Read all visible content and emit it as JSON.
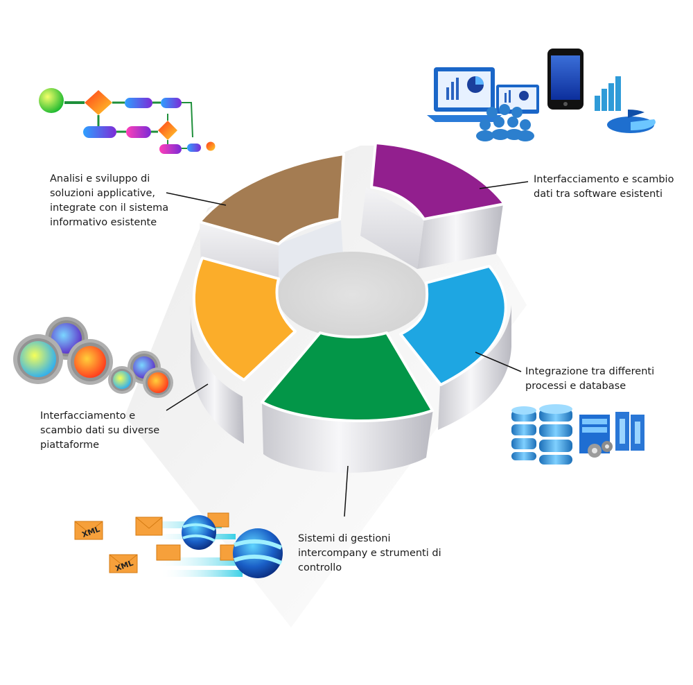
{
  "segments": [
    {
      "id": "analysis",
      "color": "#a47c52",
      "caption": [
        "Analisi e sviluppo di",
        "soluzioni applicative,",
        "integrate con il sistema",
        "informativo esistente"
      ],
      "icon": "flowchart-icon"
    },
    {
      "id": "software-exchange",
      "color": "#921f8e",
      "caption": [
        "Interfacciamento e scambio",
        "dati tra software esistenti"
      ],
      "icon": "devices-network-icon"
    },
    {
      "id": "database-integration",
      "color": "#1ea6e2",
      "caption": [
        "Integrazione tra differenti",
        "processi e database"
      ],
      "icon": "database-server-icon"
    },
    {
      "id": "intercompany",
      "color": "#039648",
      "caption": [
        "Sistemi di gestioni",
        "intercompany e strumenti di",
        "controllo"
      ],
      "icon": "xml-globe-icon"
    },
    {
      "id": "platform-exchange",
      "color": "#fbad2a",
      "caption": [
        "Interfacciamento e",
        "scambio dati su diverse",
        "piattaforme"
      ],
      "icon": "gears-icon"
    }
  ],
  "icon_labels": {
    "xml": "XML"
  },
  "colors": {
    "side_light": "#f2f2f4",
    "side_dark": "#bdbdc4",
    "hub": "#dddddd",
    "shadow": "#eeeeee"
  }
}
